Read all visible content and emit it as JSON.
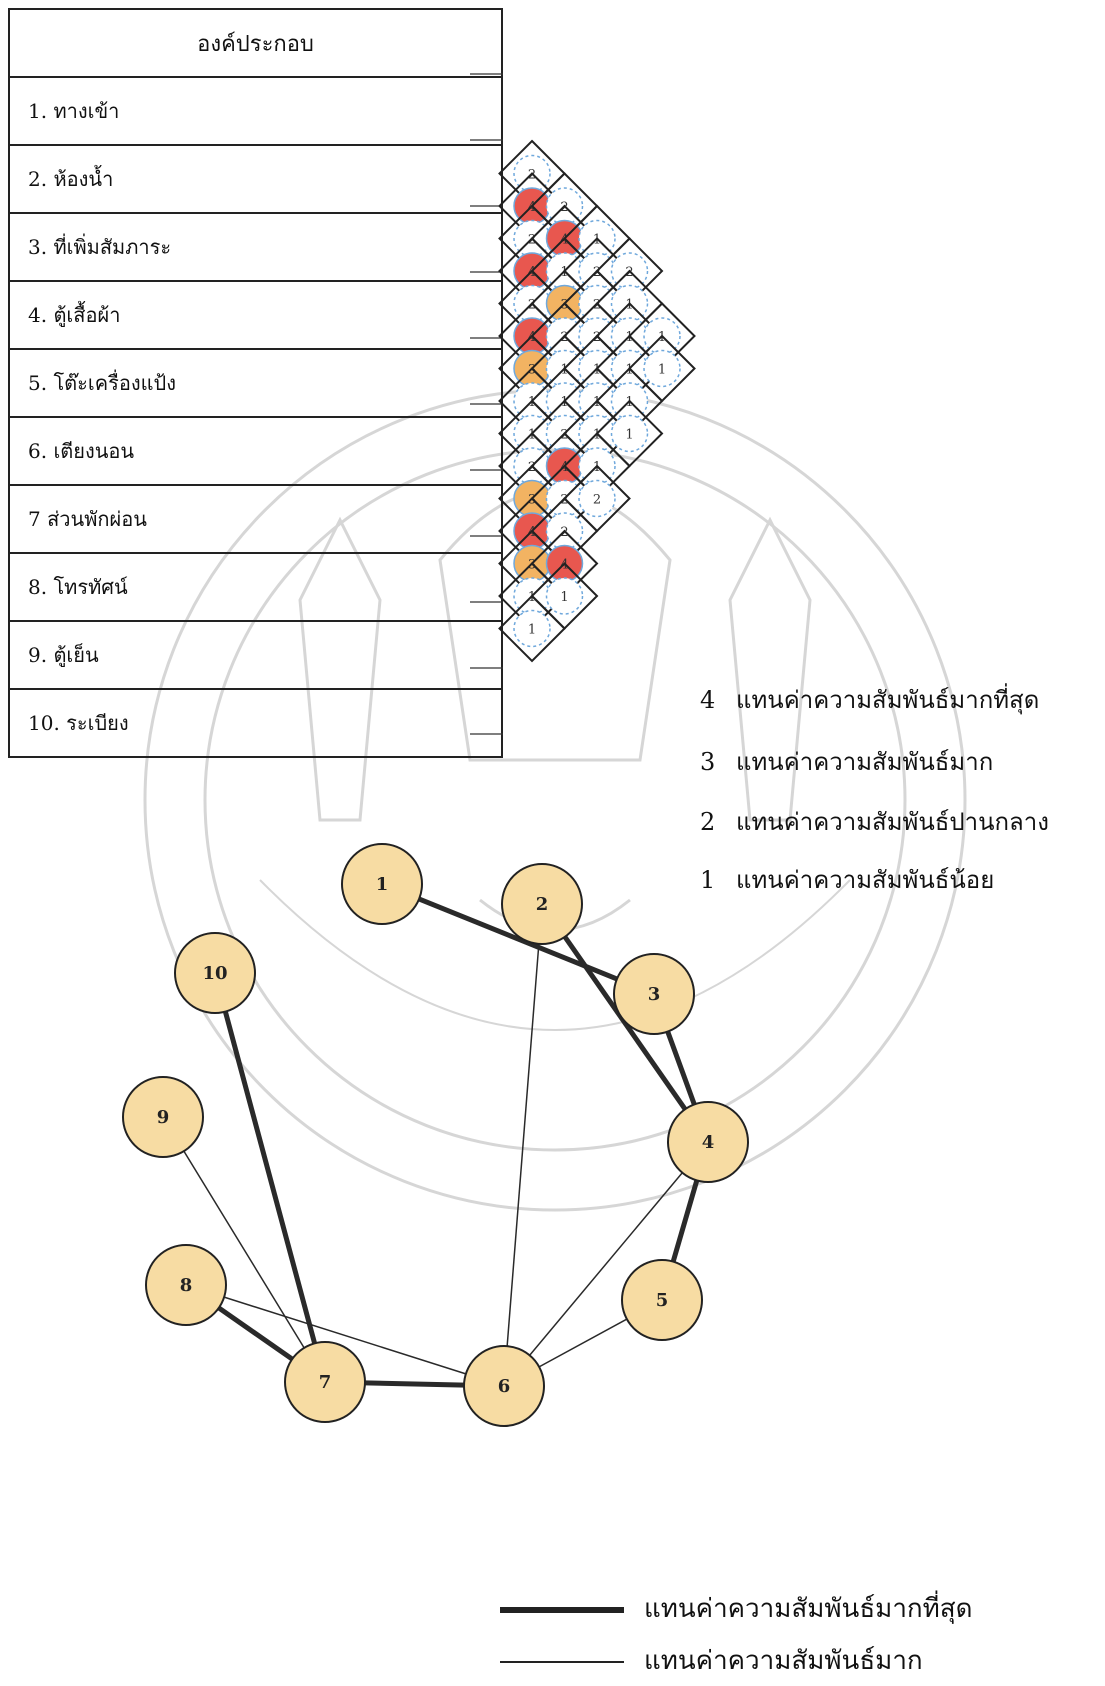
{
  "table": {
    "header": "องค์ประกอบ",
    "rows": [
      "1.  ทางเข้า",
      "2.  ห้องน้ำ",
      "3.  ที่เพิ่มสัมภาระ",
      "4.  ตู้เสื้อผ้า",
      "5.  โต๊ะเครื่องแป้ง",
      "6.  เตียงนอน",
      "7  ส่วนพักผ่อน",
      "8.  โทรทัศน์",
      "9.  ตู้เย็น",
      "10.  ระเบียง"
    ]
  },
  "matrix": {
    "pairs": [
      {
        "i": 1,
        "j": 2,
        "v": 2
      },
      {
        "i": 1,
        "j": 3,
        "v": 4
      },
      {
        "i": 2,
        "j": 3,
        "v": 2
      },
      {
        "i": 1,
        "j": 4,
        "v": 2
      },
      {
        "i": 2,
        "j": 4,
        "v": 4
      },
      {
        "i": 3,
        "j": 4,
        "v": 1
      },
      {
        "i": 1,
        "j": 5,
        "v": 4
      },
      {
        "i": 2,
        "j": 5,
        "v": 1
      },
      {
        "i": 3,
        "j": 5,
        "v": 2
      },
      {
        "i": 4,
        "j": 5,
        "v": 2
      },
      {
        "i": 1,
        "j": 6,
        "v": 2
      },
      {
        "i": 2,
        "j": 6,
        "v": 3
      },
      {
        "i": 3,
        "j": 6,
        "v": 2
      },
      {
        "i": 4,
        "j": 6,
        "v": 1
      },
      {
        "i": 1,
        "j": 7,
        "v": 4
      },
      {
        "i": 2,
        "j": 7,
        "v": 2
      },
      {
        "i": 3,
        "j": 7,
        "v": 2
      },
      {
        "i": 4,
        "j": 7,
        "v": 1
      },
      {
        "i": 5,
        "j": 7,
        "v": 1
      },
      {
        "i": 1,
        "j": 8,
        "v": 3
      },
      {
        "i": 2,
        "j": 8,
        "v": 1
      },
      {
        "i": 3,
        "j": 8,
        "v": 1
      },
      {
        "i": 4,
        "j": 8,
        "v": 1
      },
      {
        "i": 5,
        "j": 8,
        "v": 1
      },
      {
        "i": 1,
        "j": 9,
        "v": 1
      },
      {
        "i": 2,
        "j": 9,
        "v": 1
      },
      {
        "i": 3,
        "j": 9,
        "v": 1
      },
      {
        "i": 4,
        "j": 9,
        "v": 1
      },
      {
        "i": 1,
        "j": 10,
        "v": 1
      },
      {
        "i": 2,
        "j": 10,
        "v": 2
      },
      {
        "i": 3,
        "j": 10,
        "v": 1
      },
      {
        "i": 4,
        "j": 10,
        "v": 1
      },
      {
        "i": 1,
        "j": 11,
        "v": 2
      },
      {
        "i": 2,
        "j": 11,
        "v": 4
      },
      {
        "i": 3,
        "j": 11,
        "v": 1
      },
      {
        "i": 1,
        "j": 12,
        "v": 3
      },
      {
        "i": 2,
        "j": 12,
        "v": 2
      },
      {
        "i": 3,
        "j": 12,
        "v": 2
      },
      {
        "i": 1,
        "j": 13,
        "v": 4
      },
      {
        "i": 2,
        "j": 13,
        "v": 2
      },
      {
        "i": 1,
        "j": 14,
        "v": 3
      },
      {
        "i": 2,
        "j": 14,
        "v": 4
      },
      {
        "i": 1,
        "j": 15,
        "v": 1
      },
      {
        "i": 2,
        "j": 15,
        "v": 1
      },
      {
        "i": 1,
        "j": 16,
        "v": 1
      }
    ],
    "colors": {
      "4": "#e8574f",
      "3": "#f2b362",
      "2": "#ffffff",
      "1": "#ffffff"
    },
    "ring_color": "#6fa8dc"
  },
  "scale_legend": [
    {
      "num": "4",
      "text": "แทนค่าความสัมพันธ์มากที่สุด"
    },
    {
      "num": "3",
      "text": "แทนค่าความสัมพันธ์มาก"
    },
    {
      "num": "2",
      "text": "แทนค่าความสัมพันธ์ปานกลาง"
    },
    {
      "num": "1",
      "text": "แทนค่าความสัมพันธ์น้อย"
    }
  ],
  "graph": {
    "node_fill": "#f7dca3",
    "nodes": [
      "1",
      "2",
      "3",
      "4",
      "5",
      "6",
      "7",
      "8",
      "9",
      "10"
    ],
    "edges": [
      {
        "from": "1",
        "to": "3",
        "w": "thick"
      },
      {
        "from": "2",
        "to": "4",
        "w": "thick"
      },
      {
        "from": "3",
        "to": "4",
        "w": "thick"
      },
      {
        "from": "4",
        "to": "5",
        "w": "thick"
      },
      {
        "from": "4",
        "to": "6",
        "w": "thin"
      },
      {
        "from": "2",
        "to": "6",
        "w": "thin"
      },
      {
        "from": "5",
        "to": "6",
        "w": "thin"
      },
      {
        "from": "6",
        "to": "7",
        "w": "thick"
      },
      {
        "from": "7",
        "to": "8",
        "w": "thick"
      },
      {
        "from": "7",
        "to": "10",
        "w": "thick"
      },
      {
        "from": "7",
        "to": "9",
        "w": "thin"
      },
      {
        "from": "8",
        "to": "6",
        "w": "thin"
      }
    ]
  },
  "line_legend": [
    {
      "w": "thick",
      "text": "แทนค่าความสัมพันธ์มากที่สุด"
    },
    {
      "w": "thin",
      "text": "แทนค่าความสัมพันธ์มาก"
    }
  ]
}
